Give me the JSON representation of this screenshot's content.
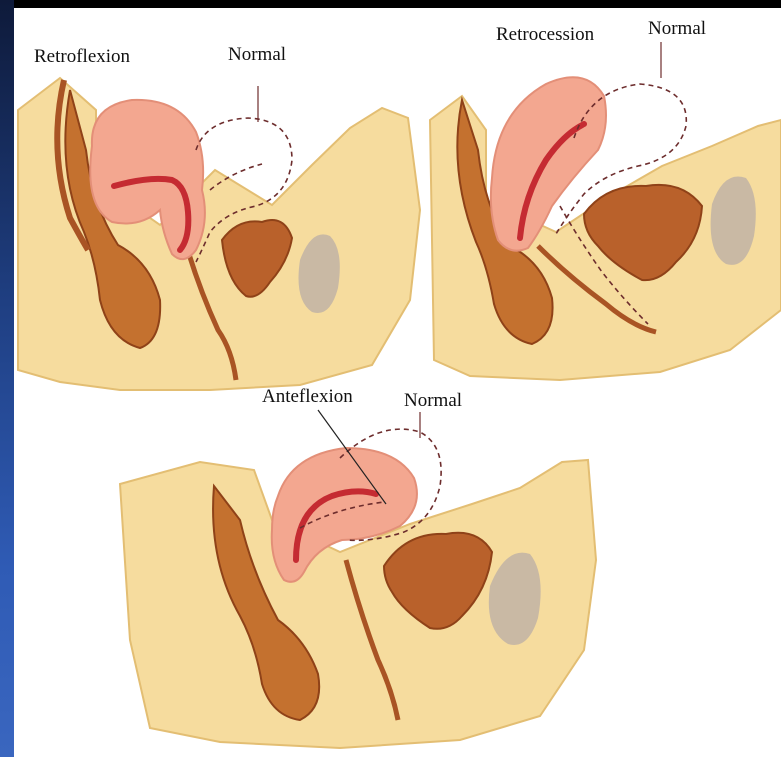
{
  "diagrams": [
    {
      "main_label": "Retroflexion",
      "normal_label": "Normal"
    },
    {
      "main_label": "Retrocession",
      "normal_label": "Normal"
    },
    {
      "main_label": "Anteflexion",
      "normal_label": "Normal"
    }
  ],
  "colors": {
    "tissue": "#f6dc9e",
    "tissue_edge": "#e3be73",
    "uterus": "#f3a790",
    "uterus_light": "#f8c3ad",
    "cavity": "#c52b32",
    "organ_brown": "#b9612b",
    "organ_dark": "#8f4218",
    "bone": "#c9b9a4",
    "dashed": "#6d2d2d",
    "left_strip": "#2f5bb5"
  }
}
